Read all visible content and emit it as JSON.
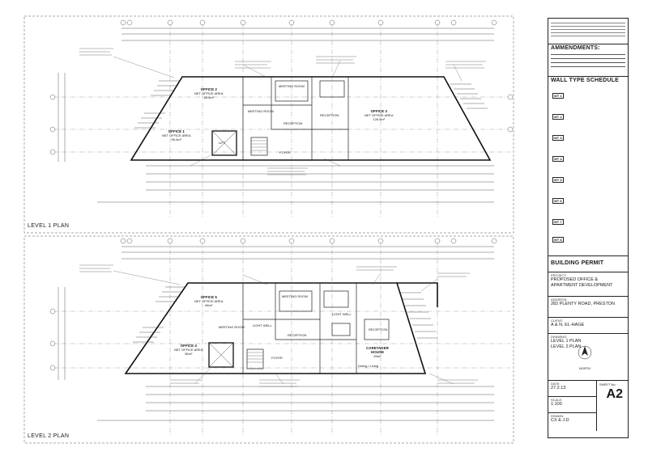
{
  "plans": [
    {
      "title": "LEVEL 1 PLAN",
      "rooms": {
        "office2": {
          "name": "OFFICE 2",
          "sub": "NET OFFICE AREA",
          "area": "65.5m²"
        },
        "office1": {
          "name": "OFFICE 1",
          "sub": "NET OFFICE AREA",
          "area": "56.0m²"
        },
        "office3": {
          "name": "OFFICE 3",
          "sub": "NET OFFICE AREA",
          "area": "126.5m²"
        },
        "meeting": "MEETING ROOM",
        "meeting2": "MEETING ROOM",
        "lift": "LIFT",
        "foyer": "FOYER",
        "reception": "RECEPTION",
        "reception2": "RECEPTION"
      }
    },
    {
      "title": "LEVEL 2 PLAN",
      "rooms": {
        "office5": {
          "name": "OFFICE 5",
          "sub": "NET OFFICE AREA",
          "area": "66m²"
        },
        "office4": {
          "name": "OFFICE 4",
          "sub": "NET OFFICE AREA",
          "area": "56m²"
        },
        "meeting": "MEETING ROOM",
        "meeting2": "MEETING ROOM",
        "lightwell": "LIGHT WELL",
        "lightwell2": "LIGHT WELL",
        "foyer": "FOYER",
        "reception": "RECEPTION",
        "reception2": "RECEPTION",
        "caretaker": "CARETAKER",
        "house": "HOUSE",
        "caretaker_area": "89m²",
        "dining": "Dining / Living"
      }
    }
  ],
  "title_block": {
    "amendments": "AMMENDMENTS:",
    "wall_schedule": "WALL TYPE SCHEDULE",
    "wall_types": [
      "WT 1",
      "WT 2",
      "WT 3",
      "WT 4",
      "WT 5",
      "WT 6",
      "WT 7",
      "WT 8"
    ],
    "stage": "BUILDING PERMIT",
    "project_label": "PROJECT:",
    "project": "PROPOSED OFFICE & APARTMENT DEVELOPMENT",
    "address_label": "ADDRESS:",
    "address": "282 PLENTY ROAD, PRESTON",
    "client_label": "CLIENT:",
    "client": "A & N. EL-HAGE",
    "drawing_label": "DRAWING:",
    "drawing": [
      "LEVEL 1 PLAN",
      "LEVEL 2 PLAN"
    ],
    "north": "NORTH",
    "date_label": "DATE:",
    "date": "27.2.13",
    "scale_label": "SCALE:",
    "scale": "1:100",
    "drawn_label": "DRAWN:",
    "drawn": "CX & J.D",
    "sheet_label": "SHEET No:",
    "sheet": "A2"
  }
}
